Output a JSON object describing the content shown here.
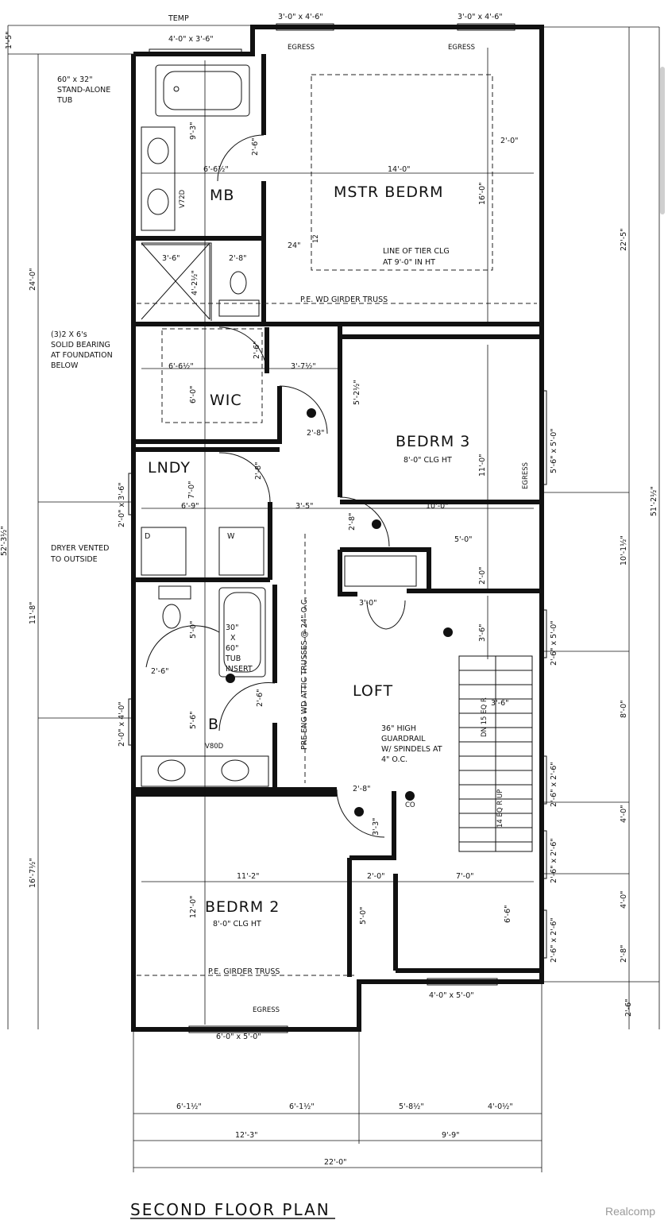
{
  "title": "SECOND FLOOR PLAN",
  "watermark": "Realcomp",
  "rooms": {
    "master": "MSTR BEDRM",
    "mb": "MB",
    "wic": "WIC",
    "lndy": "LNDY",
    "b": "B",
    "bed3": "BEDRM 3",
    "bed3_clg": "8'-0\" CLG HT",
    "loft": "LOFT",
    "bed2": "BEDRM 2",
    "bed2_clg": "8'-0\" CLG HT"
  },
  "notes": {
    "temp": "TEMP",
    "tub1": "60\" x 32\"",
    "tub2": "STAND-ALONE",
    "tub3": "TUB",
    "bearing1": "(3)2 X 6's",
    "bearing2": "SOLID BEARING",
    "bearing3": "AT FOUNDATION",
    "bearing4": "BELOW",
    "dryer1": "DRYER VENTED",
    "dryer2": "TO OUTSIDE",
    "tier1": "LINE OF TIER CLG",
    "tier2": "AT 9'-0\" IN HT",
    "girder1": "P.E. WD GIRDER TRUSS",
    "girder2": "P.E. GIRDER TRUSS",
    "attic": "PRE ENG WD ATTIC TRUSSES @ 24\" O.C.",
    "insert1": "30\"",
    "insert2": "X",
    "insert3": "60\"",
    "insert4": "TUB",
    "insert5": "INSERT",
    "rail1": "36\" HIGH",
    "rail2": "GUARDRAIL",
    "rail3": "W/ SPINDELS AT",
    "rail4": "4\" O.C.",
    "dn": "DN 15 EQ R",
    "up": "14 EQ R UP",
    "v72d": "V72D",
    "v80d": "V80D",
    "egress": "EGRESS",
    "co": "CO",
    "d": "D",
    "w": "W",
    "slope": "24\"",
    "slope2": "12"
  },
  "dims": {
    "top_win_left": "3'-0\" x 4'-6\"",
    "top_win_right": "3'-0\" x 4'-6\"",
    "bath_win": "4'-0\" x 3'-6\"",
    "left_1_5": "1'-5\"",
    "left_24_0": "24'-0\"",
    "left_52": "52'-3½\"",
    "left_11_8": "11'-8\"",
    "left_16_7": "16'-7½\"",
    "win_2_0_3_6": "2'-0\" x 3'-6\"",
    "win_2_0_4_0": "2'-0\" x 4'-0\"",
    "d9_3": "9'-3\"",
    "d2_6a": "2'-6\"",
    "d6_6a": "6'-6½\"",
    "d14_0": "14'-0\"",
    "d2_0a": "2'-0\"",
    "d16_0": "16'-0\"",
    "d3_6a": "3'-6\"",
    "d2_8a": "2'-8\"",
    "d4_2": "4'-2½\"",
    "d2_6b": "2'-6\"",
    "d3_7": "3'-7½\"",
    "d6_6b": "6'-6½\"",
    "d6_0": "6'-0\"",
    "d5_2": "5'-2½\"",
    "d2_8b": "2'-8\"",
    "d2_8c": "2'-8\"",
    "d11_0": "11'-0\"",
    "d7_0a": "7'-0\"",
    "d6_9": "6'-9\"",
    "d3_5": "3'-5\"",
    "d10_0": "10'-0\"",
    "d2_8d": "2'-8\"",
    "d5_0a": "5'-0\"",
    "d2_0b": "2'-0\"",
    "d3_0": "3'-0\"",
    "d3_6b": "3'-6\"",
    "d5_0b": "5'-0\"",
    "d2_6c": "2'-6\"",
    "d2_6d": "2'-6\"",
    "d5_6a": "5'-6\"",
    "d3_6c": "3'-6\"",
    "d2_8e": "2'-8\"",
    "d3_3": "3'-3\"",
    "d11_2": "11'-2\"",
    "d2_0c": "2'-0\"",
    "d7_0b": "7'-0\"",
    "d12_0": "12'-0\"",
    "d5_0c": "5'-0\"",
    "d6_6c": "6'-6\"",
    "win_bed2": "6'-0\" x 5'-0\"",
    "win_loft": "4'-0\" x 5'-0\"",
    "right_22_5": "22'-5\"",
    "right_51": "51'-2½\"",
    "right_10_1": "10'-1½\"",
    "right_8_0": "8'-0\"",
    "right_4_0a": "4'-0\"",
    "right_4_0b": "4'-0\"",
    "right_2_8": "2'-8\"",
    "right_2_6": "2'-6\"",
    "win_r1": "5'-6\" x 5'-0\"",
    "win_r2": "2'-6\" x 5'-0\"",
    "win_r3": "2'-6\" x 2'-6\"",
    "win_r4": "2'-6\" x 2'-6\"",
    "win_r5": "2'-6\" x 2'-6\"",
    "b1": "6'-1½\"",
    "b2": "6'-1½\"",
    "b3": "5'-8½\"",
    "b4": "4'-0½\"",
    "b5": "12'-3\"",
    "b6": "9'-9\"",
    "b7": "22'-0\""
  }
}
